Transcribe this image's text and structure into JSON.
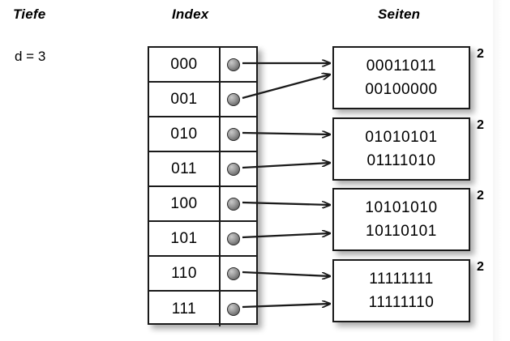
{
  "headings": {
    "depth": "Tiefe",
    "index": "Index",
    "pages": "Seiten"
  },
  "depth": {
    "label": "d = 3"
  },
  "directory": {
    "entries": [
      {
        "key": "000",
        "pointer_icon": "bullet-dot-icon",
        "target": 0
      },
      {
        "key": "001",
        "pointer_icon": "bullet-dot-icon",
        "target": 0
      },
      {
        "key": "010",
        "pointer_icon": "bullet-dot-icon",
        "target": 1
      },
      {
        "key": "011",
        "pointer_icon": "bullet-dot-icon",
        "target": 1
      },
      {
        "key": "100",
        "pointer_icon": "bullet-dot-icon",
        "target": 2
      },
      {
        "key": "101",
        "pointer_icon": "bullet-dot-icon",
        "target": 2
      },
      {
        "key": "110",
        "pointer_icon": "bullet-dot-icon",
        "target": 3
      },
      {
        "key": "111",
        "pointer_icon": "bullet-dot-icon",
        "target": 3
      }
    ]
  },
  "pages": [
    {
      "lines": [
        "00011011",
        "00100000"
      ],
      "local_depth": "2"
    },
    {
      "lines": [
        "01010101",
        "01111010"
      ],
      "local_depth": "2"
    },
    {
      "lines": [
        "10101010",
        "10110101"
      ],
      "local_depth": "2"
    },
    {
      "lines": [
        "11111111",
        "11111110"
      ],
      "local_depth": "2"
    }
  ],
  "colors": {
    "background": "#ffffff",
    "stroke": "#1a1a1a",
    "dot_fill": "#8d8d8d",
    "text": "#000000"
  }
}
